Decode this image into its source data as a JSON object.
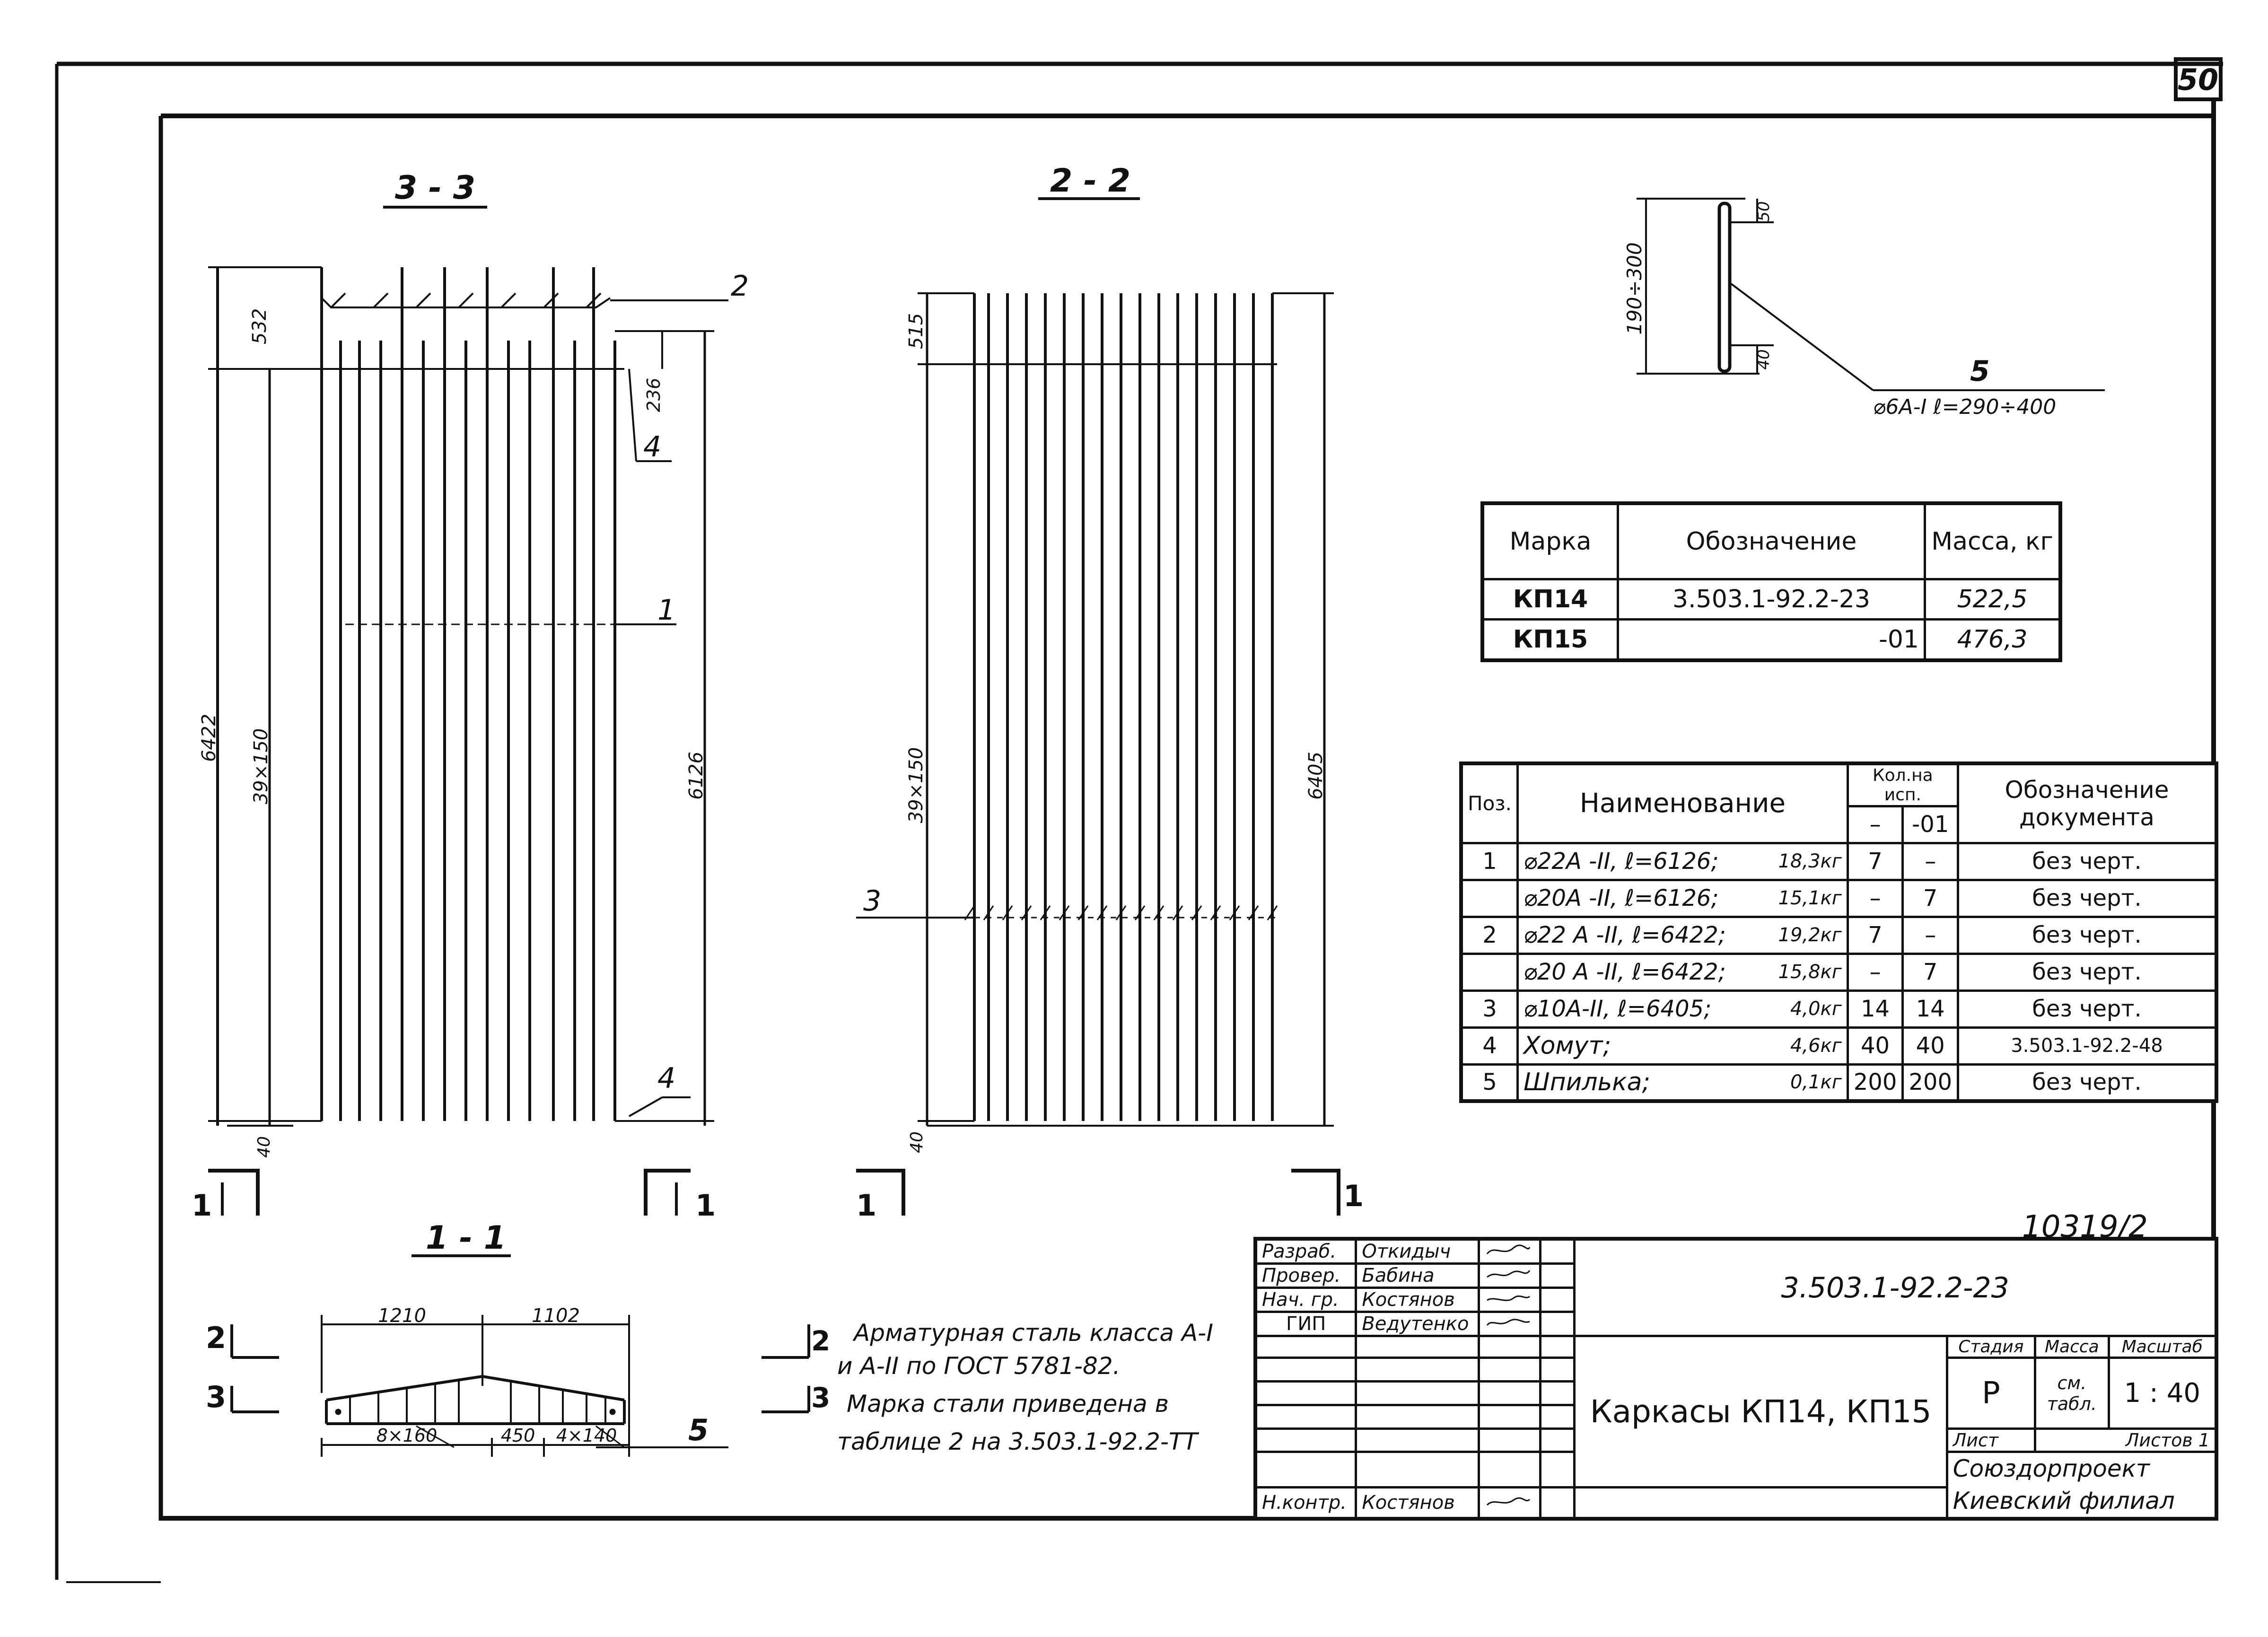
{
  "sheet_number": "50",
  "archive_number": "10319/2",
  "sections": {
    "s33": {
      "title": "3 - 3",
      "dims": [
        "6422",
        "39×150",
        "532",
        "236",
        "6126",
        "40"
      ],
      "positions": [
        "2",
        "4",
        "1",
        "4"
      ]
    },
    "s22": {
      "title": "2 - 2",
      "dims": [
        "515",
        "39×150",
        "6405",
        "40"
      ],
      "positions": [
        "3"
      ]
    },
    "s11": {
      "title": "1 - 1",
      "dims": [
        "1210",
        "1102",
        "8×160",
        "450",
        "4×140"
      ],
      "positions": [
        "2",
        "3",
        "5"
      ]
    },
    "cut_marks": [
      "1",
      "1",
      "1",
      "1"
    ]
  },
  "pin_detail": {
    "position": "5",
    "height": "190÷300",
    "dim_top": "50",
    "dim_bottom": "40",
    "spec": "⌀6А-I ℓ=290÷400"
  },
  "mass_table": {
    "headers": [
      "Марка",
      "Обозначение",
      "Масса, кг"
    ],
    "rows": [
      [
        "КП14",
        "3.503.1-92.2-23",
        "522,5"
      ],
      [
        "КП15",
        "-01",
        "476,3"
      ]
    ]
  },
  "spec_table": {
    "headers": {
      "pos": "Поз.",
      "name": "Наименование",
      "qty": "Кол.на исп.",
      "qty_a": "–",
      "qty_b": "-01",
      "doc": "Обозначение документа"
    },
    "rows": [
      {
        "pos": "1",
        "name": "⌀22А -II, ℓ=6126;",
        "mass": "18,3кг",
        "a": "7",
        "b": "–",
        "doc": "без черт."
      },
      {
        "pos": "",
        "name": "⌀20А -II, ℓ=6126;",
        "mass": "15,1кг",
        "a": "–",
        "b": "7",
        "doc": "без черт."
      },
      {
        "pos": "2",
        "name": "⌀22 А -II, ℓ=6422;",
        "mass": "19,2кг",
        "a": "7",
        "b": "–",
        "doc": "без черт."
      },
      {
        "pos": "",
        "name": "⌀20 А -II, ℓ=6422;",
        "mass": "15,8кг",
        "a": "–",
        "b": "7",
        "doc": "без черт."
      },
      {
        "pos": "3",
        "name": "⌀10А-II, ℓ=6405;",
        "mass": "4,0кг",
        "a": "14",
        "b": "14",
        "doc": "без черт."
      },
      {
        "pos": "4",
        "name": "Хомут;",
        "mass": "4,6кг",
        "a": "40",
        "b": "40",
        "doc": "3.503.1-92.2-48"
      },
      {
        "pos": "5",
        "name": "Шпилька;",
        "mass": "0,1кг",
        "a": "200",
        "b": "200",
        "doc": "без черт."
      }
    ]
  },
  "notes": {
    "n1_num": "2",
    "n1_text": "Арматурная сталь класса А-I",
    "n1_text2": "и А-II по ГОСТ 5781-82.",
    "n2_num": "3",
    "n2_text": "Марка стали приведена в",
    "n2_text2": "таблице 2 на 3.503.1-92.2-ТТ"
  },
  "title_block": {
    "roles": [
      {
        "role": "Разраб.",
        "name": "Откидыч"
      },
      {
        "role": "Провер.",
        "name": "Бабина"
      },
      {
        "role": "Нач. гр.",
        "name": "Костянов"
      },
      {
        "role": "ГИП",
        "name": "Ведутенко"
      }
    ],
    "nkontr": {
      "role": "Н.контр.",
      "name": "Костянов"
    },
    "doc_code": "3.503.1-92.2-23",
    "title": "Каркасы КП14, КП15",
    "stage_label": "Стадия",
    "stage": "Р",
    "mass_label": "Масса",
    "mass": "см. табл.",
    "scale_label": "Масштаб",
    "scale": "1 : 40",
    "sheet_label": "Лист",
    "sheets_label": "Листов 1",
    "org1": "Союздорпроект",
    "org2": "Киевский филиал"
  }
}
